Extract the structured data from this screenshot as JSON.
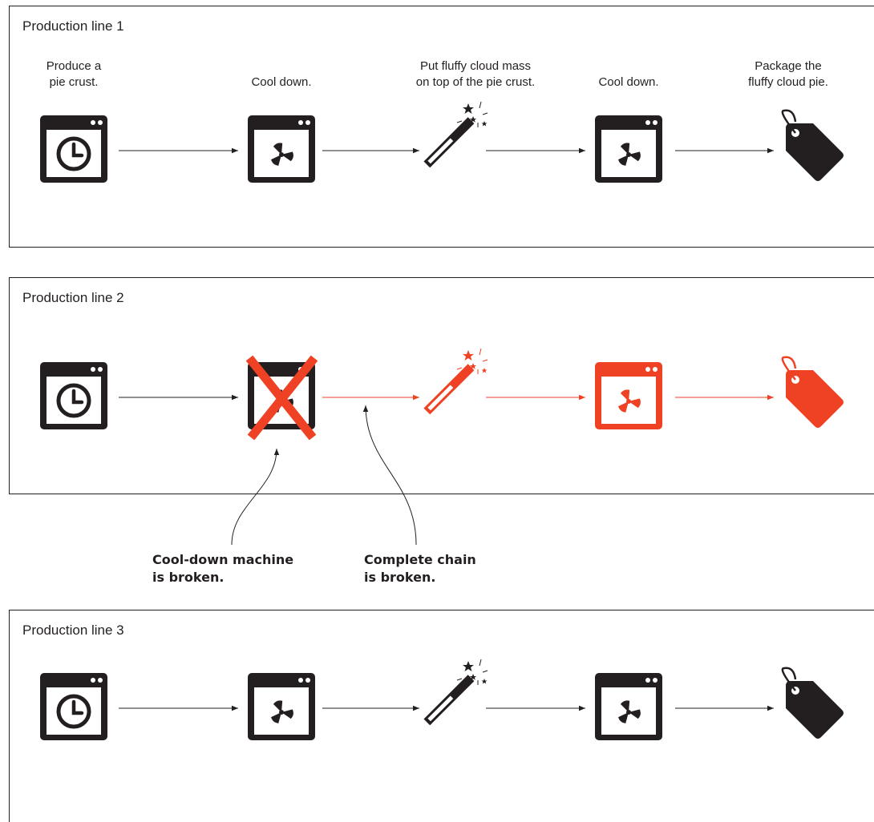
{
  "lines": [
    {
      "title": "Production line 1",
      "steps": [
        {
          "label": "Produce a\npie crust.",
          "icon": "timer-machine-icon",
          "state": "ok"
        },
        {
          "label": "Cool down.",
          "icon": "fan-machine-icon",
          "state": "ok"
        },
        {
          "label": "Put fluffy cloud mass\non top of the pie crust.",
          "icon": "magic-wand-icon",
          "state": "ok"
        },
        {
          "label": "Cool down.",
          "icon": "fan-machine-icon",
          "state": "ok"
        },
        {
          "label": "Package the\nfluffy cloud pie.",
          "icon": "price-tag-icon",
          "state": "ok"
        }
      ]
    },
    {
      "title": "Production line 2",
      "steps": [
        {
          "icon": "timer-machine-icon",
          "state": "ok"
        },
        {
          "icon": "fan-machine-icon",
          "state": "broken"
        },
        {
          "icon": "magic-wand-icon",
          "state": "affected"
        },
        {
          "icon": "fan-machine-icon",
          "state": "affected"
        },
        {
          "icon": "price-tag-icon",
          "state": "affected"
        }
      ]
    },
    {
      "title": "Production line 3",
      "steps": [
        {
          "icon": "timer-machine-icon",
          "state": "ok"
        },
        {
          "icon": "fan-machine-icon",
          "state": "ok"
        },
        {
          "icon": "magic-wand-icon",
          "state": "ok"
        },
        {
          "icon": "fan-machine-icon",
          "state": "ok"
        },
        {
          "icon": "price-tag-icon",
          "state": "ok"
        }
      ]
    }
  ],
  "callouts": {
    "machine_broken_line1": "Cool-down machine",
    "machine_broken_line2": "is broken.",
    "chain_broken_line1": "Complete chain",
    "chain_broken_line2": "is broken."
  },
  "colors": {
    "normal": "#231f20",
    "broken": "#ef4123"
  }
}
